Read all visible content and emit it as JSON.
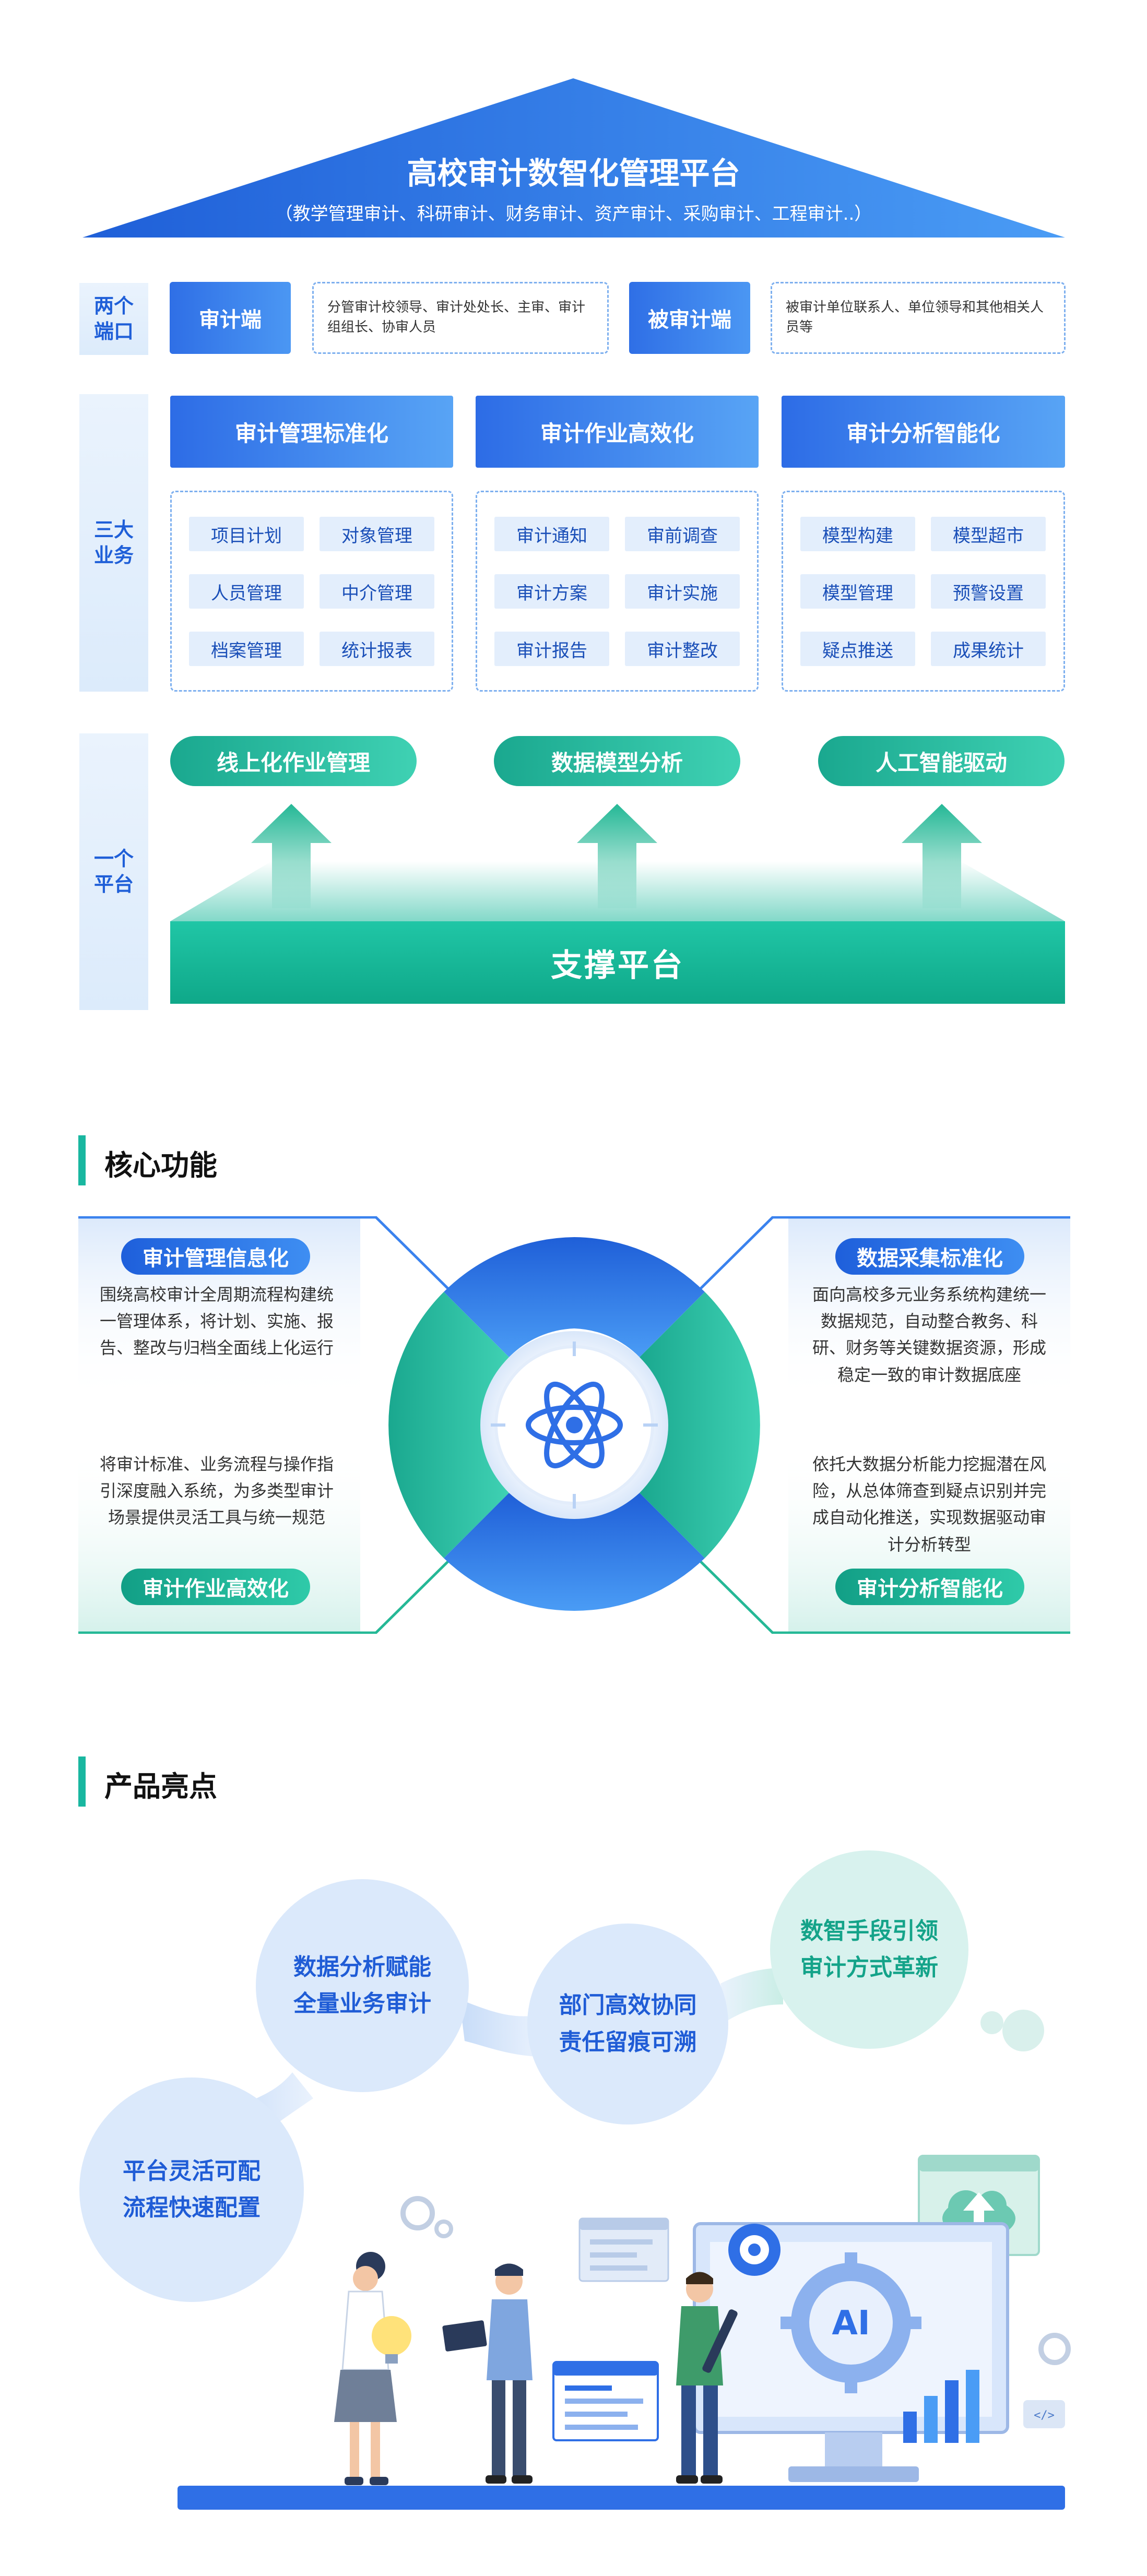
{
  "platform": {
    "title": "高校审计数智化管理平台",
    "subtitle": "（教学管理审计、科研审计、财务审计、资产审计、采购审计、工程审计..）"
  },
  "rows": {
    "endpoints_label": "两个端口",
    "business_label": "三大业务",
    "platform_label": "一个平台"
  },
  "endpoints": [
    {
      "name": "审计端",
      "desc": "分管审计校领导、审计处处长、主审、审计组组长、协审人员"
    },
    {
      "name": "被审计端",
      "desc": "被审计单位联系人、单位领导和其他相关人员等"
    }
  ],
  "business": [
    {
      "title": "审计管理标准化",
      "items": [
        "项目计划",
        "对象管理",
        "人员管理",
        "中介管理",
        "档案管理",
        "统计报表"
      ]
    },
    {
      "title": "审计作业高效化",
      "items": [
        "审计通知",
        "审前调查",
        "审计方案",
        "审计实施",
        "审计报告",
        "审计整改"
      ]
    },
    {
      "title": "审计分析智能化",
      "items": [
        "模型构建",
        "模型超市",
        "模型管理",
        "预警设置",
        "疑点推送",
        "成果统计"
      ]
    }
  ],
  "pillars": [
    "线上化作业管理",
    "数据模型分析",
    "人工智能驱动"
  ],
  "support": "支撑平台",
  "core": {
    "heading": "核心功能",
    "features": [
      {
        "title": "审计管理信息化",
        "text": "围绕高校审计全周期流程构建统一管理体系，将计划、实施、报告、整改与归档全面线上化运行"
      },
      {
        "title": "数据采集标准化",
        "text": "面向高校多元业务系统构建统一数据规范，自动整合教务、科研、财务等关键数据资源，形成稳定一致的审计数据底座"
      },
      {
        "title": "审计作业高效化",
        "text": "将审计标准、业务流程与操作指引深度融入系统，为多类型审计场景提供灵活工具与统一规范"
      },
      {
        "title": "审计分析智能化",
        "text": "依托大数据分析能力挖掘潜在风险，从总体筛查到疑点识别并完成自动化推送，实现数据驱动审计分析转型"
      }
    ]
  },
  "highlights": {
    "heading": "产品亮点",
    "items": [
      {
        "line1": "平台灵活可配",
        "line2": "流程快速配置"
      },
      {
        "line1": "数据分析赋能",
        "line2": "全量业务审计"
      },
      {
        "line1": "部门高效协同",
        "line2": "责任留痕可溯"
      },
      {
        "line1": "数智手段引领",
        "line2": "审计方式革新"
      }
    ],
    "monitor_label": "AI",
    "code_label": "</>"
  },
  "colors": {
    "primary_blue": "#2f6fe6",
    "accent_green": "#19b7a0",
    "light_blue": "#dbe9fb"
  }
}
